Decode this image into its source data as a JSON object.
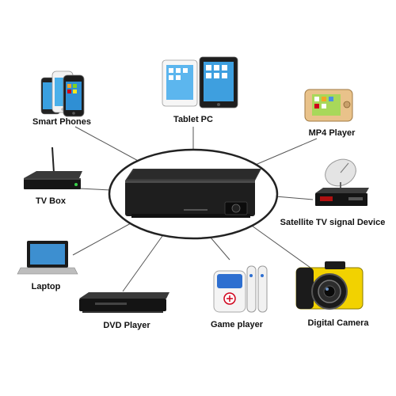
{
  "labels": {
    "smart_phones": "Smart Phones",
    "tablet_pc": "Tablet PC",
    "mp4_player": "MP4 Player",
    "tv_box": "TV Box",
    "satellite": "Satellite TV signal Device",
    "laptop": "Laptop",
    "dvd_player": "DVD Player",
    "game_player": "Game player",
    "digital_camera": "Digital Camera"
  },
  "colors": {
    "connector": "#555555",
    "hub_outline": "#222222",
    "projector_body": "#1e1e1e",
    "camera_accent": "#f2d200",
    "tv_box_led": "#39d24a"
  }
}
